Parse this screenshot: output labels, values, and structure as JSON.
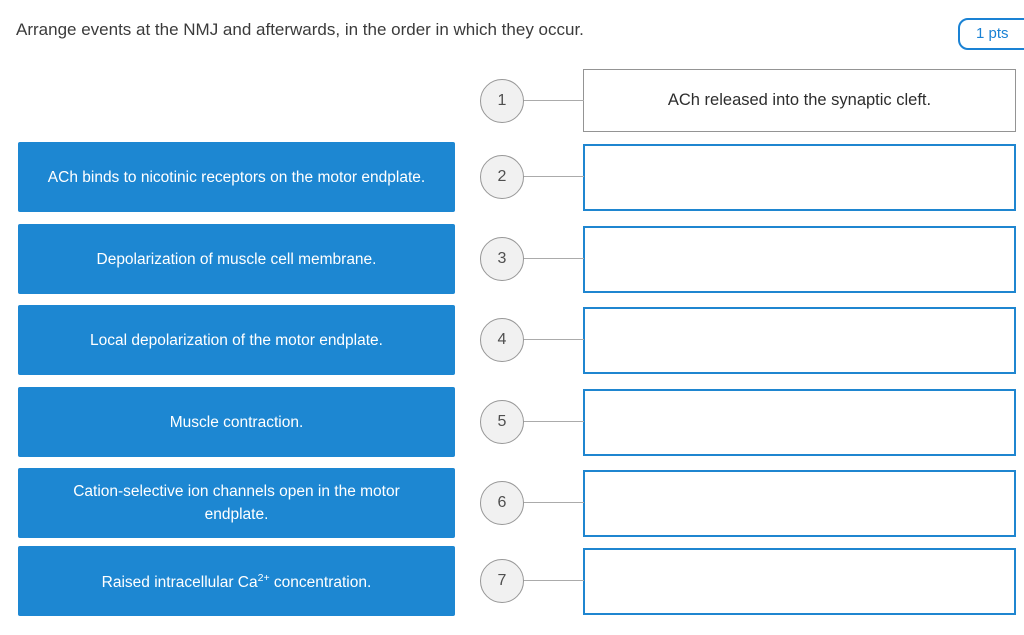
{
  "question": {
    "text": "Arrange events at the NMJ and afterwards, in the order in which they occur.",
    "points": "1 pts"
  },
  "colors": {
    "tile_blue": "#1d87d2",
    "dropzone_border_blue": "#1f86d0",
    "badge_blue": "#1a82d4",
    "filled_box_border_gray": "#949494",
    "circle_fill": "#f1f1f1",
    "circle_border": "#979797",
    "connector_gray": "#ababab"
  },
  "slots": [
    {
      "number": "1",
      "filled": true,
      "value": "ACh released into the synaptic cleft."
    },
    {
      "number": "2",
      "filled": false
    },
    {
      "number": "3",
      "filled": false
    },
    {
      "number": "4",
      "filled": false
    },
    {
      "number": "5",
      "filled": false
    },
    {
      "number": "6",
      "filled": false
    },
    {
      "number": "7",
      "filled": false
    }
  ],
  "choices": [
    {
      "label": "ACh binds to nicotinic receptors on the motor endplate."
    },
    {
      "label": "Depolarization of muscle cell membrane."
    },
    {
      "label": "Local depolarization of the motor endplate."
    },
    {
      "label": "Muscle contraction."
    },
    {
      "label": "Cation-selective ion channels open in the motor endplate."
    },
    {
      "prefix": "Raised intracellular Ca",
      "sup": "2+",
      "suffix": " concentration."
    }
  ]
}
